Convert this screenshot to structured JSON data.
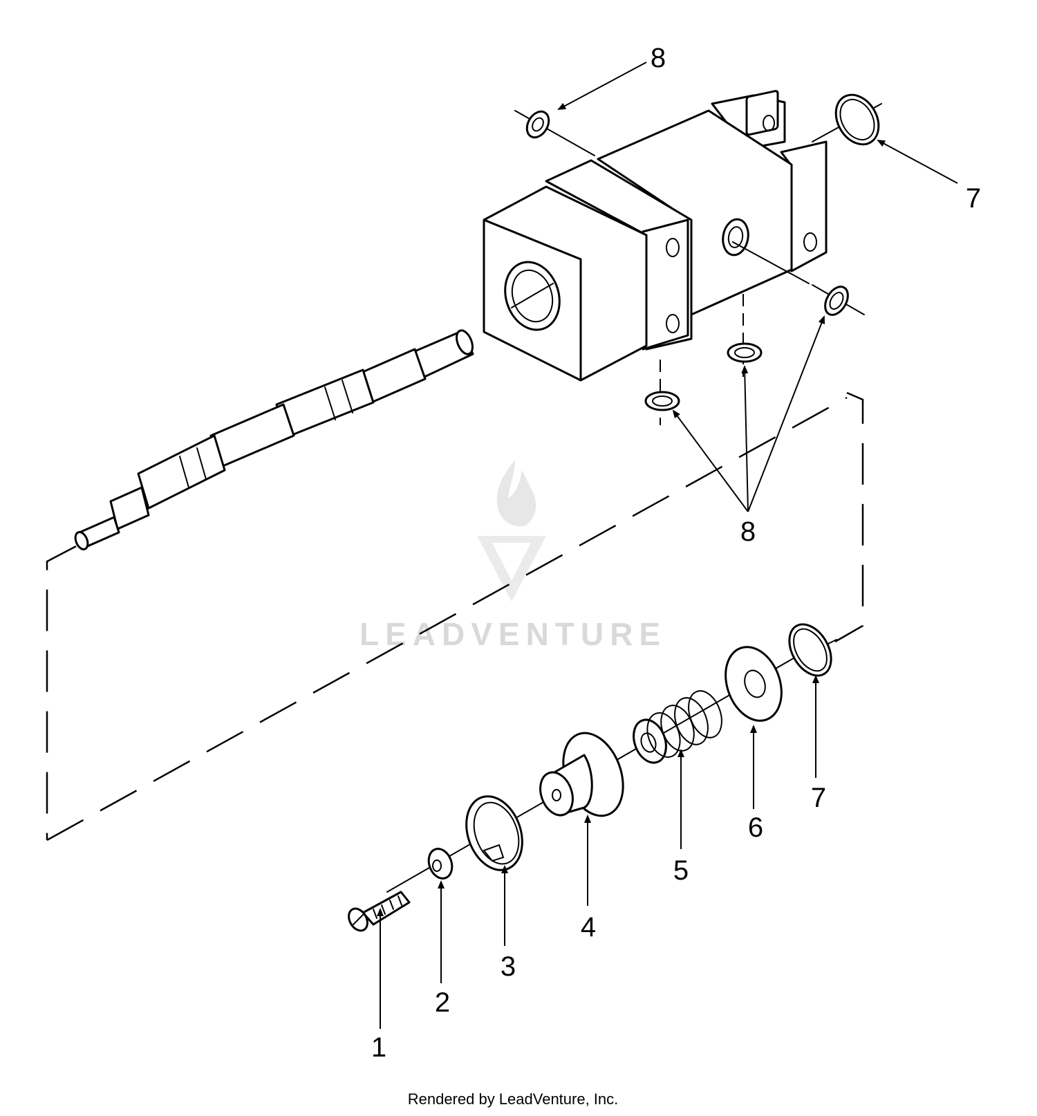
{
  "callouts": {
    "c1": "1",
    "c2": "2",
    "c3": "3",
    "c4": "4",
    "c5": "5",
    "c6": "6",
    "c7_bottom": "7",
    "c7_top": "7",
    "c8_top": "8",
    "c8_group": "8"
  },
  "watermark": {
    "text": "LEADVENTURE"
  },
  "footer": {
    "credit": "Rendered by LeadVenture, Inc."
  },
  "colors": {
    "ink": "#000000",
    "watermark": "#d9d9d9",
    "background": "#ffffff"
  }
}
